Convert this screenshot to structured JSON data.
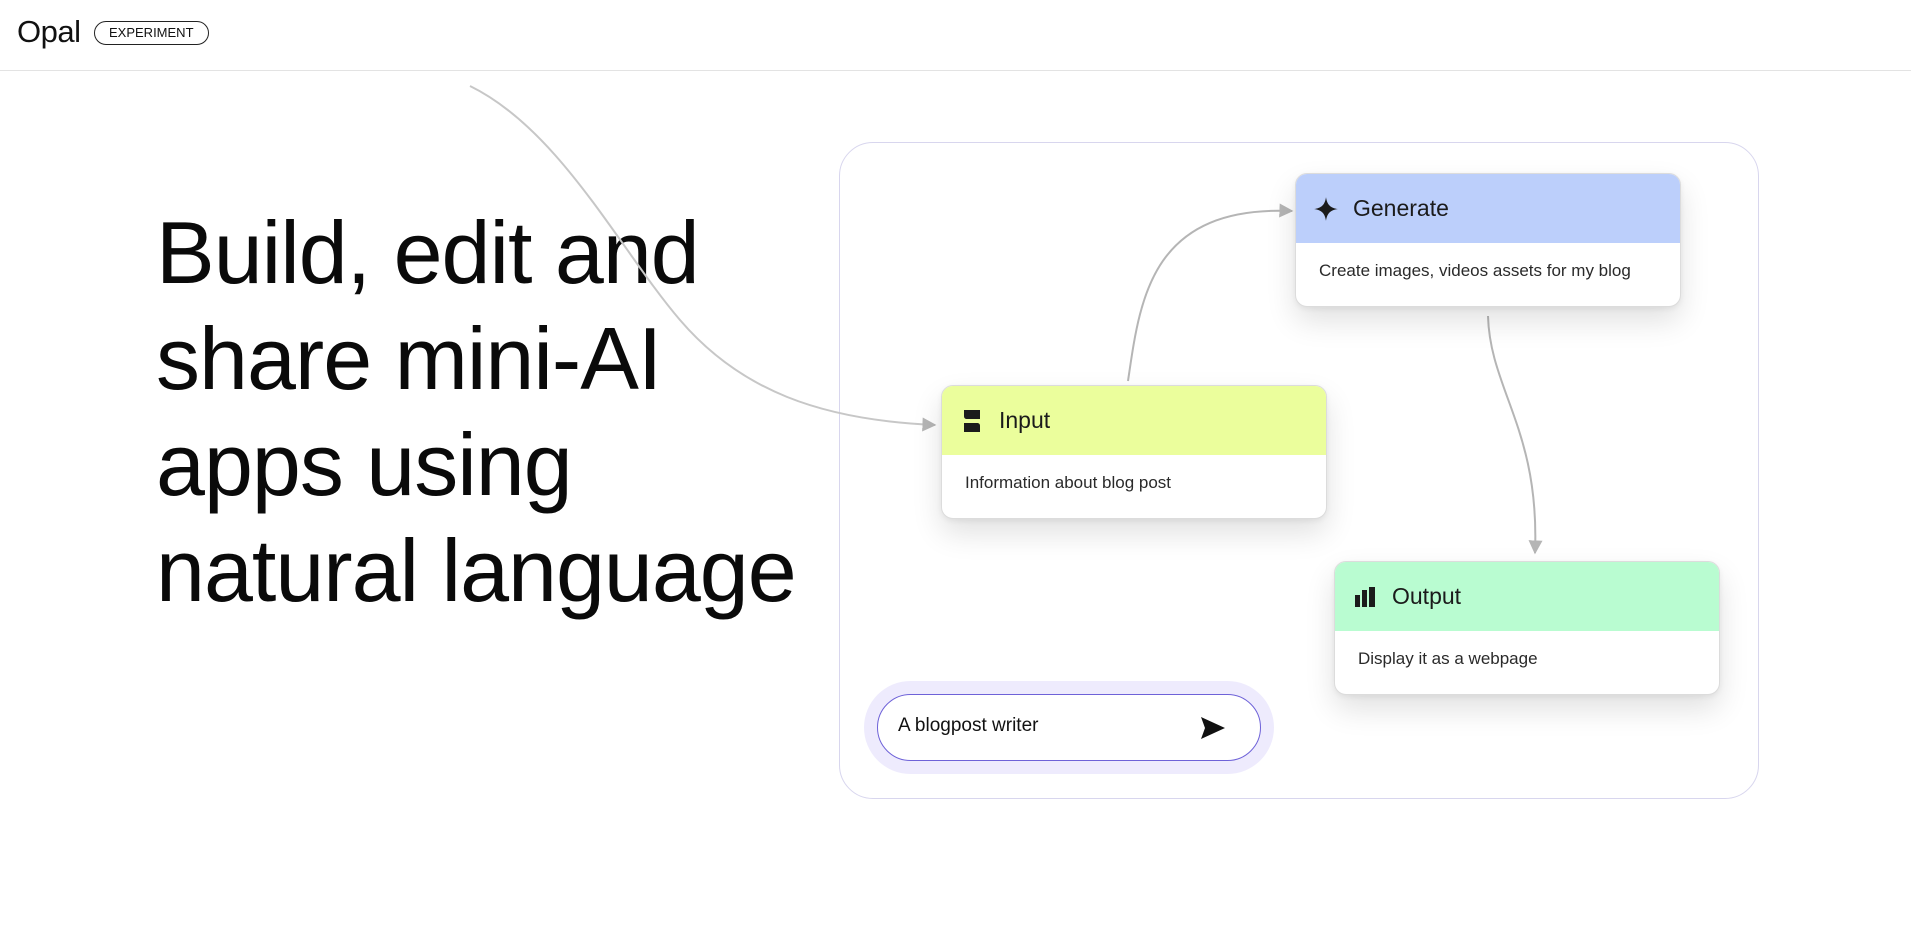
{
  "header": {
    "logo": "Opal",
    "badge": "EXPERIMENT"
  },
  "hero": {
    "lines": [
      "Build, edit and",
      "share mini-AI",
      "apps using",
      "natural language"
    ]
  },
  "flow": {
    "nodes": [
      {
        "title": "Generate",
        "description": "Create images, videos assets for my blog",
        "icon": "sparkle-icon",
        "color": "#bccffb"
      },
      {
        "title": "Input",
        "description": "Information about blog post",
        "icon": "input-icon",
        "color": "#ebfe9c"
      },
      {
        "title": "Output",
        "description": "Display it as a webpage",
        "icon": "output-icon",
        "color": "#b9fcd1"
      }
    ]
  },
  "prompt": {
    "value": "A blogpost writer",
    "send_icon": "send-icon",
    "accent": "#6e62d8"
  }
}
